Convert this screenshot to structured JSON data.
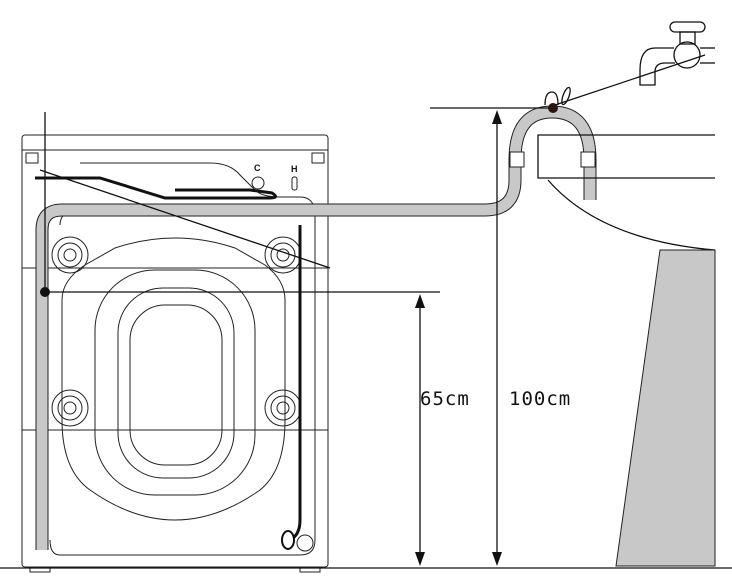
{
  "diagram": {
    "title_hidden": null,
    "labels": {
      "min_height": "65cm",
      "max_height": "100cm",
      "cold_inlet": "C",
      "hot_inlet": "H"
    },
    "colors": {
      "hose": "#c8c8c8",
      "line": "#222222",
      "pedestal": "#c8c8c8"
    }
  }
}
